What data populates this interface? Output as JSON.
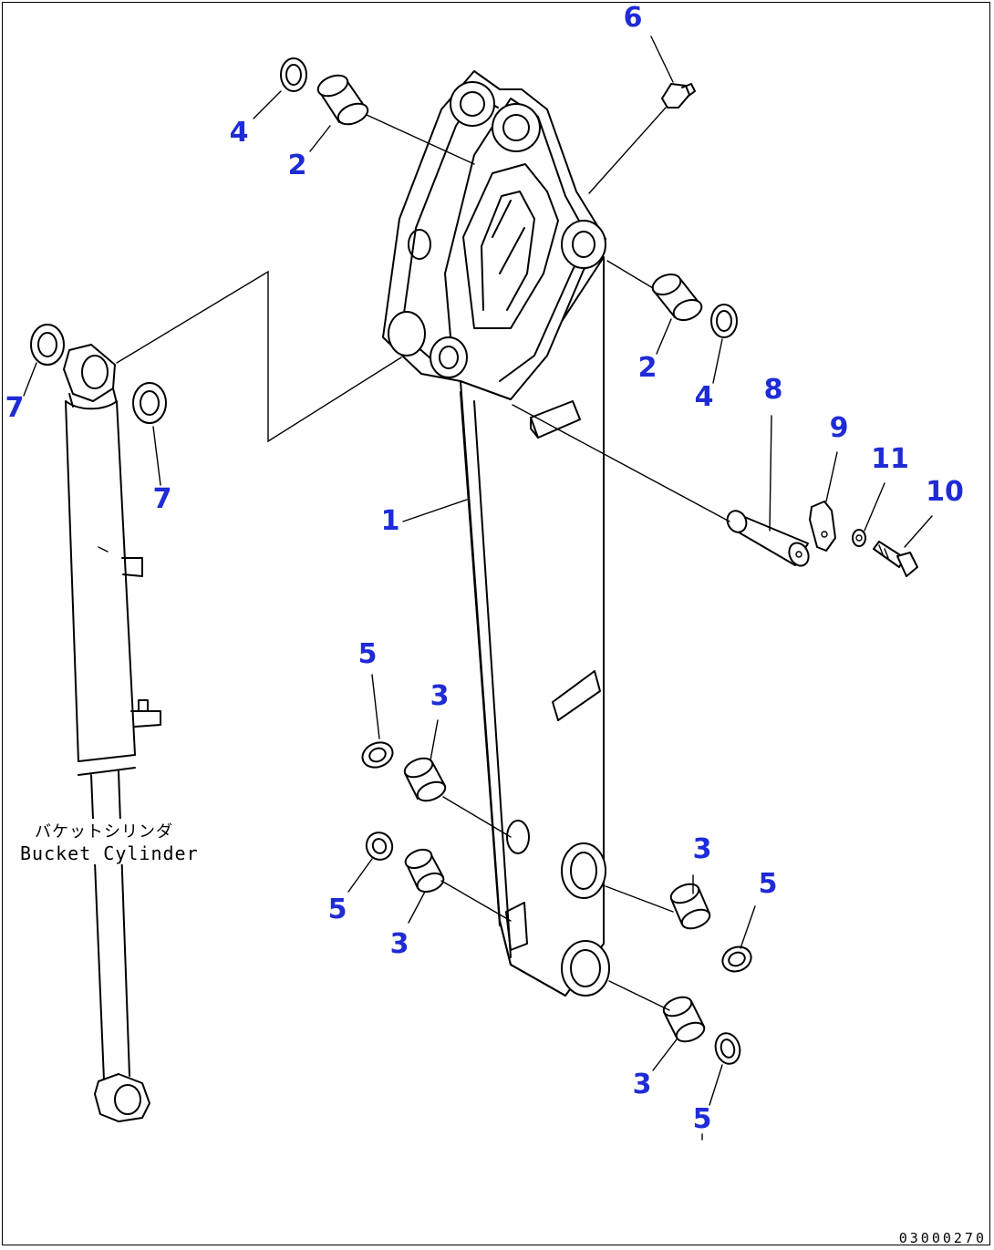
{
  "callouts": [
    {
      "id": "c-4a",
      "label": "4"
    },
    {
      "id": "c-2a",
      "label": "2"
    },
    {
      "id": "c-6",
      "label": "6"
    },
    {
      "id": "c-7a",
      "label": "7"
    },
    {
      "id": "c-7b",
      "label": "7"
    },
    {
      "id": "c-2b",
      "label": "2"
    },
    {
      "id": "c-4b",
      "label": "4"
    },
    {
      "id": "c-8",
      "label": "8"
    },
    {
      "id": "c-9",
      "label": "9"
    },
    {
      "id": "c-11",
      "label": "11"
    },
    {
      "id": "c-10",
      "label": "10"
    },
    {
      "id": "c-1",
      "label": "1"
    },
    {
      "id": "c-5a",
      "label": "5"
    },
    {
      "id": "c-3a",
      "label": "3"
    },
    {
      "id": "c-5b",
      "label": "5"
    },
    {
      "id": "c-3b",
      "label": "3"
    },
    {
      "id": "c-3c",
      "label": "3"
    },
    {
      "id": "c-5c",
      "label": "5"
    },
    {
      "id": "c-3d",
      "label": "3"
    },
    {
      "id": "c-5d",
      "label": "5"
    }
  ],
  "cylinder_label": {
    "japanese": "バケットシリンダ",
    "english": "Bucket Cylinder"
  },
  "drawing_code": "03000270",
  "colors": {
    "callout": "#1f2bd6",
    "line": "#000000",
    "background": "#ffffff"
  }
}
